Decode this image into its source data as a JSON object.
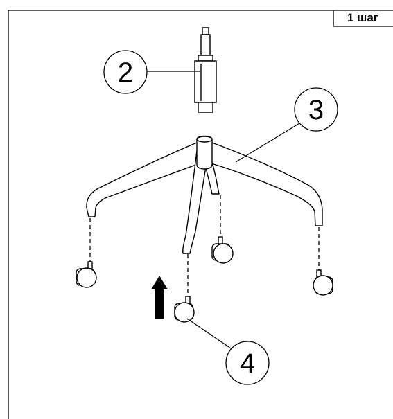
{
  "step_label": "1 шаг",
  "callouts": {
    "gas_lift": "2",
    "base": "3",
    "caster": "4"
  },
  "colors": {
    "line": "#000000",
    "background": "#ffffff"
  },
  "icons": [
    "up-arrow-icon"
  ]
}
